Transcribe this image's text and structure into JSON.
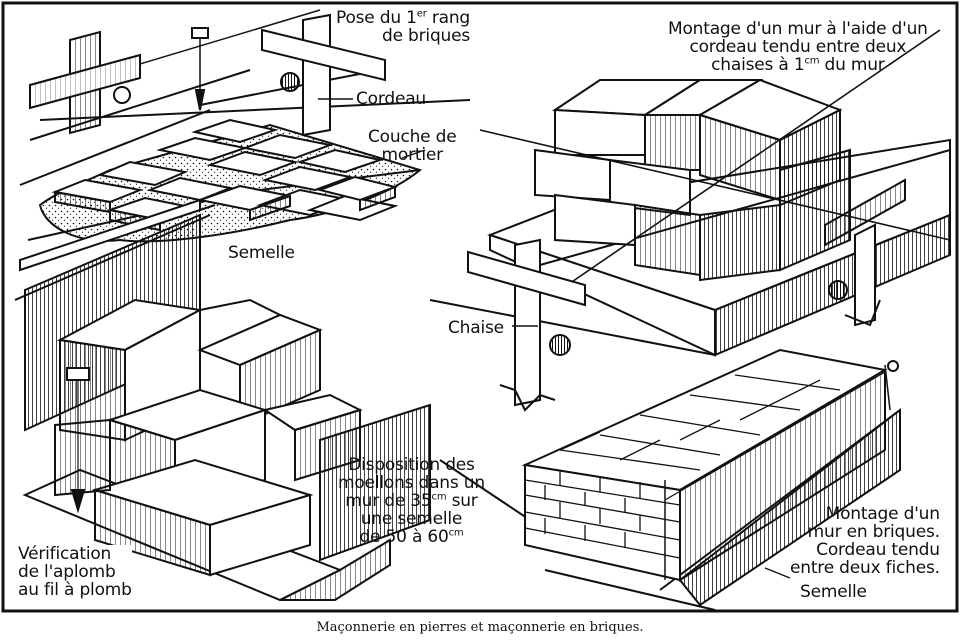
{
  "caption": "Maçonnerie en pierres et maçonnerie en briques.",
  "labels": {
    "pose_line1_a": "Pose du 1",
    "pose_line1_sup": "er",
    "pose_line1_b": " rang",
    "pose_line2": "de briques",
    "cordeau": "Cordeau",
    "couche_line1": "Couche de",
    "couche_line2": "mortier",
    "semelle_top": "Semelle",
    "montage_mur_line1": "Montage d'un mur à l'aide d'un",
    "montage_mur_line2": "cordeau tendu entre deux",
    "montage_mur_line3_a": "chaises à 1",
    "montage_mur_line3_sup": "cm",
    "montage_mur_line3_b": " du mur",
    "chaise": "Chaise",
    "disp_line1": "Disposition des",
    "disp_line2": "moellons dans un",
    "disp_line3_a": "mur de 35",
    "disp_line3_sup": "cm",
    "disp_line3_b": " sur",
    "disp_line4": "une semelle",
    "disp_line5_a": "de 50 à 60",
    "disp_line5_sup": "cm",
    "verif_line1": "Vérification",
    "verif_line2": "de l'aplomb",
    "verif_line3": "au fil à plomb",
    "montage_briques_line1": "Montage d'un",
    "montage_briques_line2": "mur en briques.",
    "montage_briques_line3": "Cordeau tendu",
    "montage_briques_line4": "entre deux fiches.",
    "semelle_bottom": "Semelle"
  },
  "colors": {
    "ink": "#111111",
    "paper": "#ffffff"
  }
}
